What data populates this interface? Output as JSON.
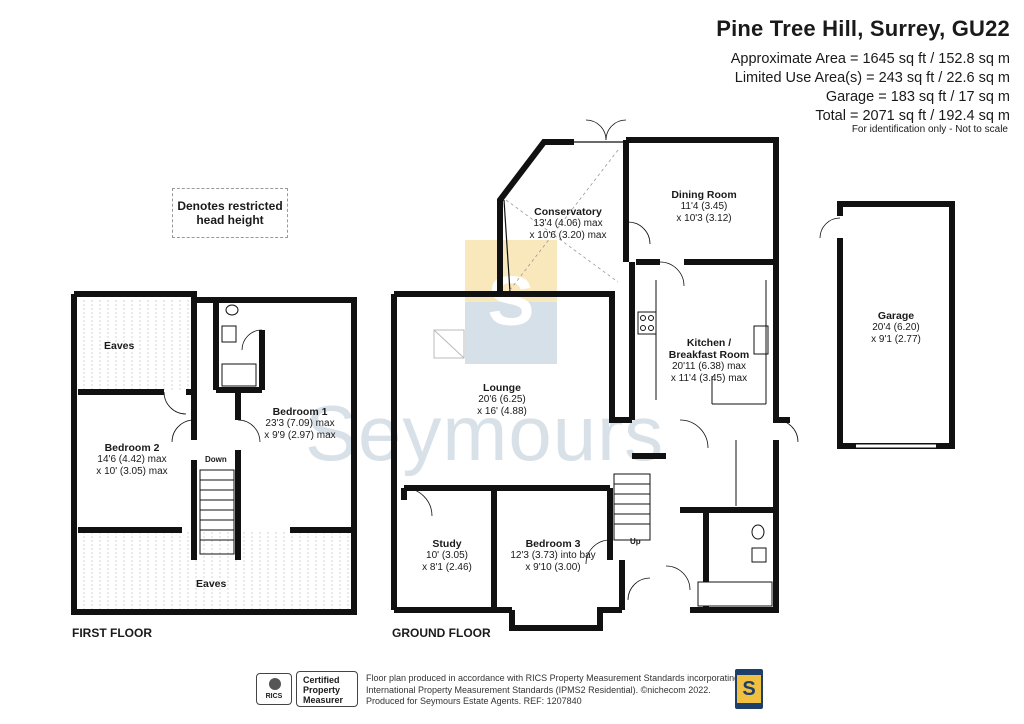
{
  "header": {
    "title": "Pine Tree Hill, Surrey, GU22",
    "areas": [
      "Approximate Area = 1645 sq ft / 152.8 sq m",
      "Limited Use Area(s) = 243 sq ft / 22.6 sq m",
      "Garage = 183 sq ft / 17 sq m",
      "Total = 2071 sq ft / 192.4 sq m"
    ],
    "identification": "For identification only - Not to scale"
  },
  "legend": {
    "line1": "Denotes restricted",
    "line2": "head height"
  },
  "first_floor": {
    "label": "FIRST FLOOR",
    "eaves_top": "Eaves",
    "eaves_bottom": "Eaves",
    "down": "Down",
    "bedroom1": {
      "name": "Bedroom 1",
      "dim1": "23'3 (7.09) max",
      "dim2": "x 9'9 (2.97) max"
    },
    "bedroom2": {
      "name": "Bedroom 2",
      "dim1": "14'6 (4.42) max",
      "dim2": "x 10' (3.05) max"
    }
  },
  "ground_floor": {
    "label": "GROUND FLOOR",
    "up": "Up",
    "conservatory": {
      "name": "Conservatory",
      "dim1": "13'4 (4.06) max",
      "dim2": "x 10'6 (3.20) max"
    },
    "dining": {
      "name": "Dining Room",
      "dim1": "11'4 (3.45)",
      "dim2": "x 10'3 (3.12)"
    },
    "kitchen": {
      "name1": "Kitchen /",
      "name2": "Breakfast Room",
      "dim1": "20'11 (6.38) max",
      "dim2": "x 11'4 (3.45) max"
    },
    "lounge": {
      "name": "Lounge",
      "dim1": "20'6 (6.25)",
      "dim2": "x 16' (4.88)"
    },
    "study": {
      "name": "Study",
      "dim1": "10' (3.05)",
      "dim2": "x 8'1 (2.46)"
    },
    "bedroom3": {
      "name": "Bedroom 3",
      "dim1": "12'3 (3.73) into bay",
      "dim2": "x 9'10 (3.00)"
    }
  },
  "garage": {
    "name": "Garage",
    "dim1": "20'4 (6.20)",
    "dim2": "x 9'1 (2.77)"
  },
  "watermark": {
    "text": "Seymours",
    "letter": "S"
  },
  "footer": {
    "line1": "Floor plan produced in accordance with RICS Property Measurement Standards incorporating",
    "line2": "International Property Measurement Standards (IPMS2 Residential).  ©nichecom 2022.",
    "line3": "Produced for Seymours Estate Agents.  REF: 1207840",
    "rics_badge": "RICS",
    "rics_cert1": "Certified",
    "rics_cert2": "Property",
    "rics_cert3": "Measurer",
    "logo_letter": "S"
  },
  "colors": {
    "wall": "#111111",
    "restricted": "#aaaaaa",
    "brand_navy": "#1f3f6b",
    "brand_gold": "#f0c040"
  }
}
